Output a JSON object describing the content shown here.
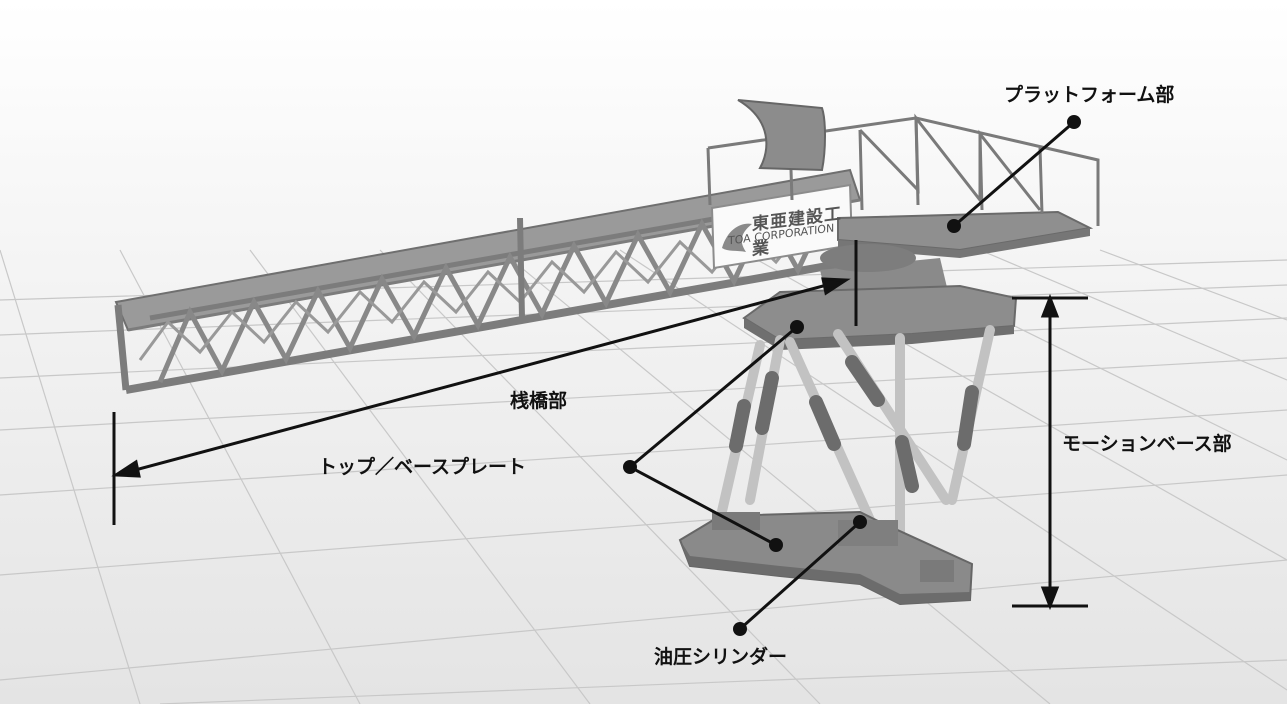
{
  "labels": {
    "platform": "プラットフォーム部",
    "pier": "桟橋部",
    "top_base_plate": "トップ／ベースプレート",
    "motion_base": "モーションベース部",
    "hydraulic_cylinder": "油圧シリンダー"
  },
  "sign": {
    "company_jp": "東亜建設工業",
    "company_en": "TOA CORPORATION"
  }
}
